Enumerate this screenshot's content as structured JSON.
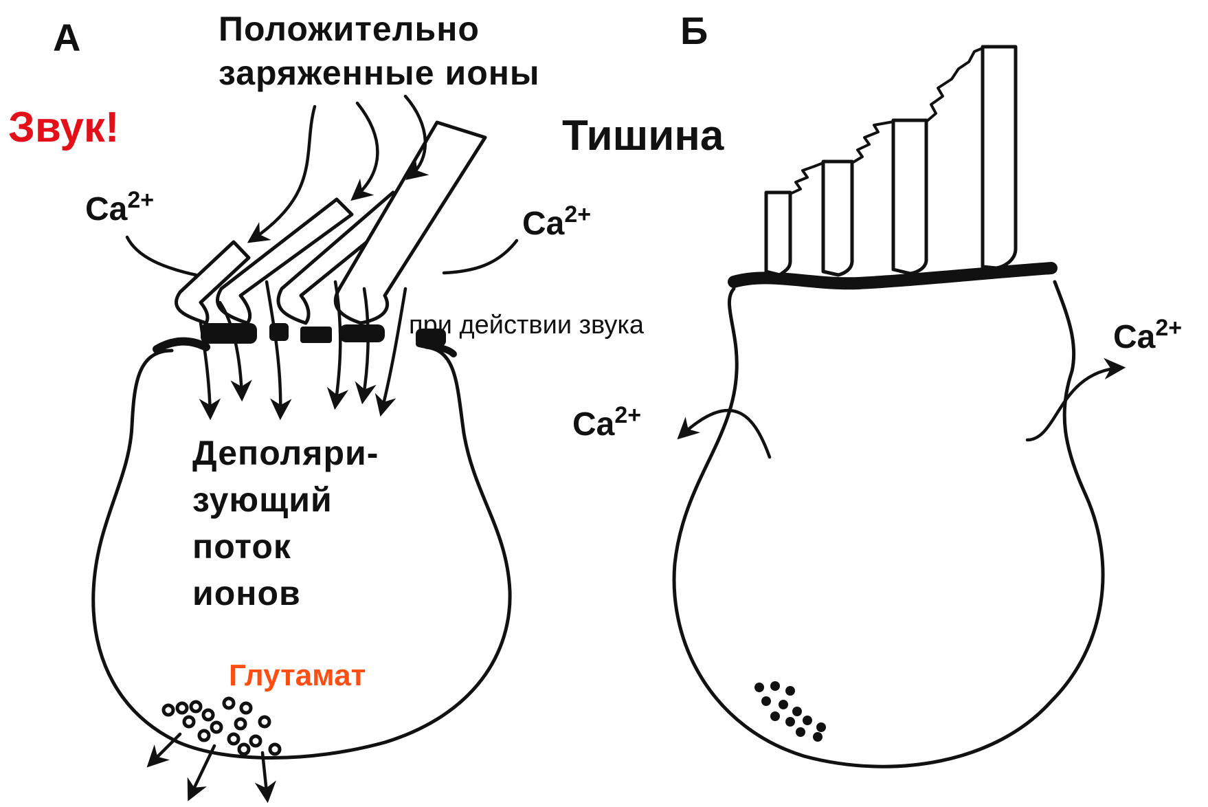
{
  "panels": {
    "a": {
      "label": "А"
    },
    "b": {
      "label": "Б"
    }
  },
  "labels": {
    "positive_ions_line1": "Положительно",
    "positive_ions_line2": "заряженные ионы",
    "sound": "Звук!",
    "silence": "Тишина",
    "ca_base": "Ca",
    "ca_charge": "2+",
    "depol_line1": "Деполяри-",
    "depol_line2": "зующий",
    "depol_line3": "поток",
    "depol_line4": "ионов",
    "glutamate": "Глутамат",
    "under_sound": "при действии звука"
  },
  "colors": {
    "sound": "#e3101a",
    "glutamate": "#ff4e14",
    "ink": "#111111"
  }
}
